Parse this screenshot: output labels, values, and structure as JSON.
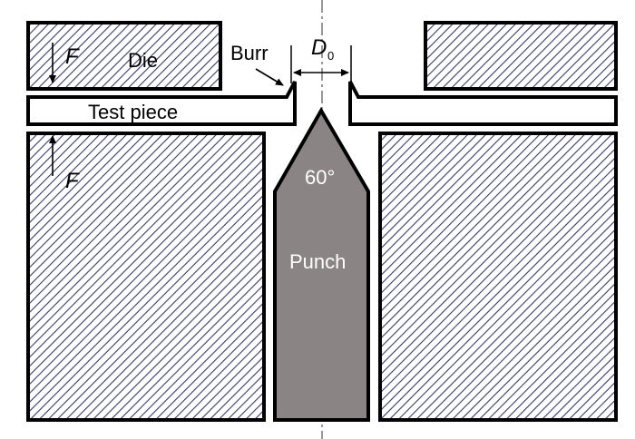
{
  "labels": {
    "die": "Die",
    "burr": "Burr",
    "test_piece": "Test piece",
    "angle": "60°",
    "punch": "Punch",
    "force_top": "F",
    "force_bottom": "F",
    "diameter_main": "D",
    "diameter_sub": "0"
  },
  "colors": {
    "outline": "#000000",
    "hatch": "#3a3a66",
    "punch_fill": "#8a8485",
    "background": "#ffffff"
  }
}
